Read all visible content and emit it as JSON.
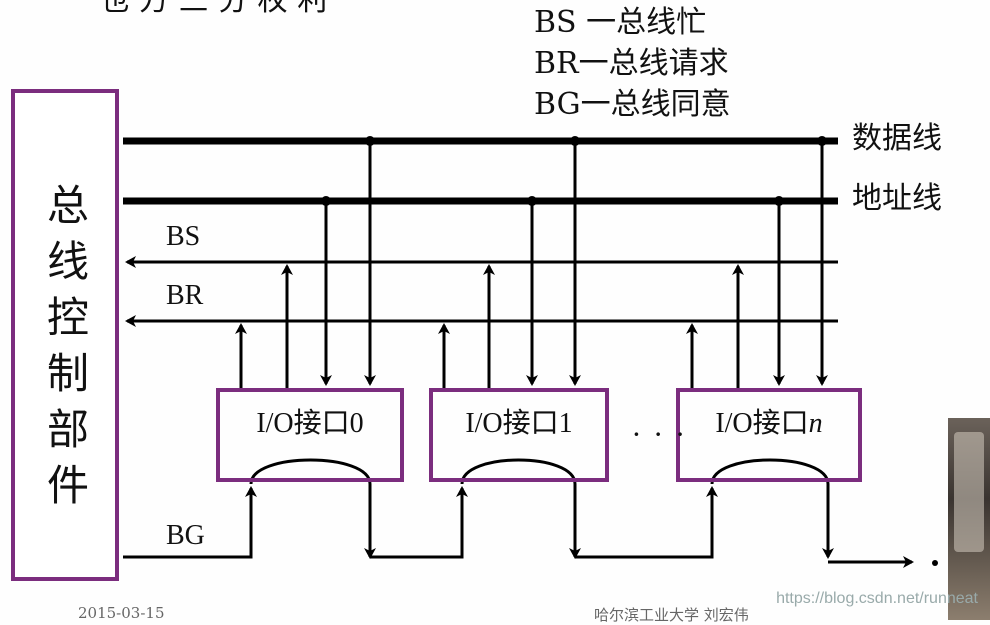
{
  "title_partial": "一 也 方 三 分 权 利",
  "legend": [
    "BS 一总线忙",
    "BR一总线请求",
    "BG一总线同意"
  ],
  "bus_lines": {
    "data": "数据线",
    "address": "地址线"
  },
  "signals": {
    "bs": "BS",
    "br": "BR",
    "bg": "BG"
  },
  "controller_chars": [
    "总",
    "线",
    "控",
    "制",
    "部",
    "件"
  ],
  "interfaces": [
    {
      "prefix": "I/O接口",
      "suffix": "0"
    },
    {
      "prefix": "I/O接口",
      "suffix": "1"
    },
    {
      "prefix": "I/O接口",
      "suffix": "n"
    }
  ],
  "ellipsis": "· · ·",
  "footer_date": "2015-03-15",
  "footer_org": "哈尔滨工业大学 刘宏伟",
  "watermark": "https://blog.csdn.net/runneat",
  "colors": {
    "box_border": "#7b2d7e",
    "line": "#000000"
  }
}
